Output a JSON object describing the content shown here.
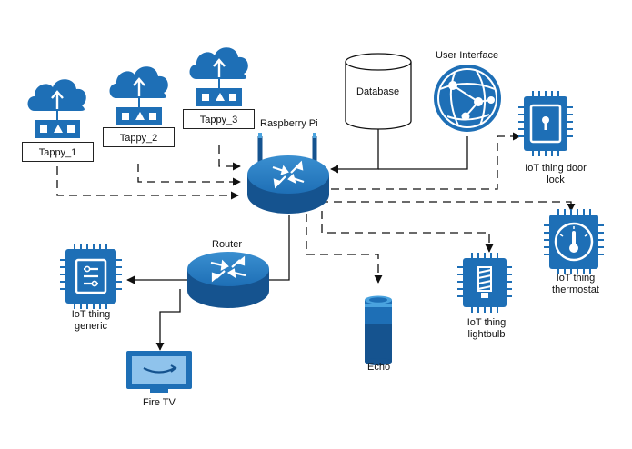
{
  "nodes": {
    "tappy_1": "Tappy_1",
    "tappy_2": "Tappy_2",
    "tappy_3": "Tappy_3",
    "raspberry_pi": "Raspberry Pi",
    "database": "Database",
    "user_interface": "User Interface",
    "door_lock": "IoT thing door lock",
    "thermostat": "IoT thing thermostat",
    "lightbulb": "IoT thing lightbulb",
    "echo": "Echo",
    "router": "Router",
    "generic": "IoT thing generic",
    "fire_tv": "Fire TV"
  },
  "colors": {
    "primary_blue": "#1e6fb6",
    "dark_blue": "#15538f",
    "light_blue": "#4aa3df",
    "line": "#111111"
  },
  "icons": [
    "cloud-upload-icon",
    "router-icon",
    "database-cylinder-icon",
    "globe-network-icon",
    "chip-icon",
    "echo-speaker-icon",
    "tv-icon"
  ]
}
